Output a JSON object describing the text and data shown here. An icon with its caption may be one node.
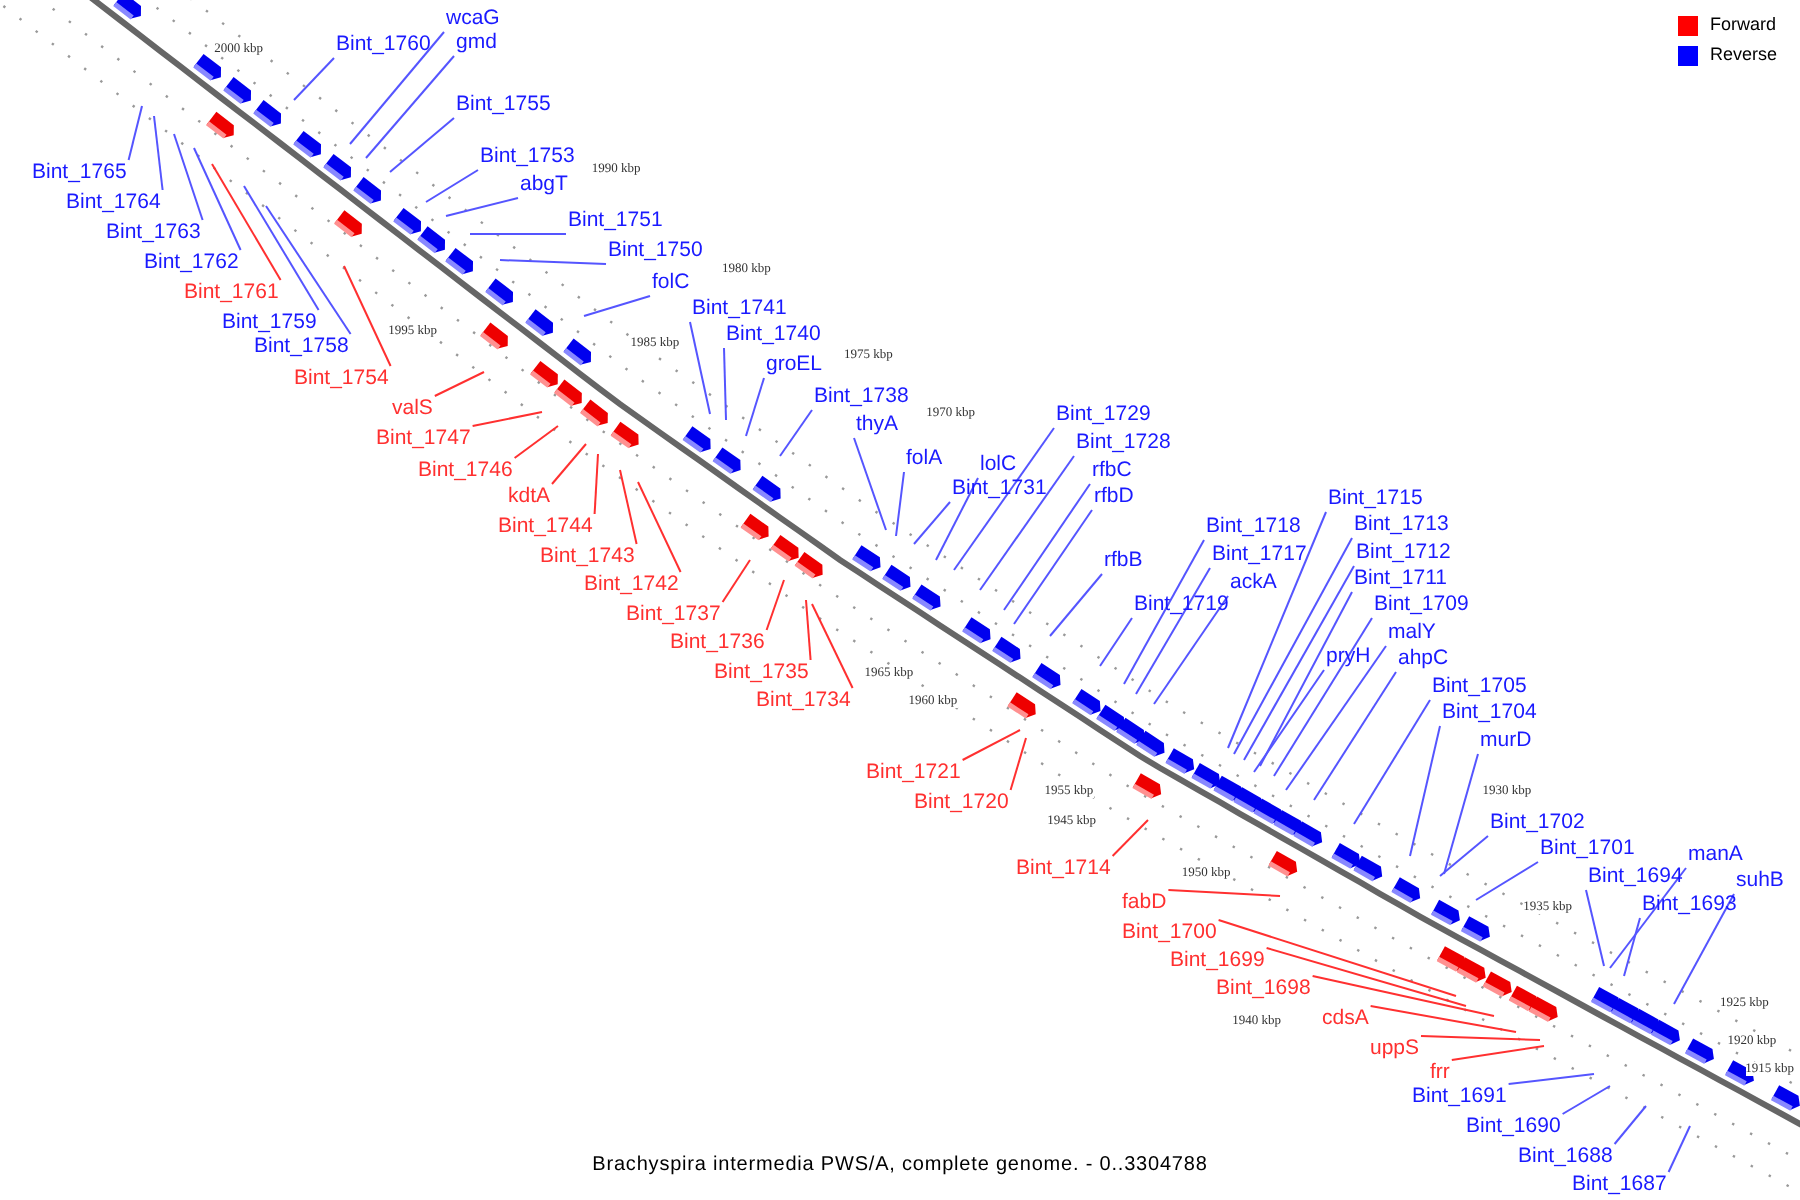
{
  "diagram": {
    "caption": "Brachyspira intermedia PWS/A, complete genome. - 0..3304788",
    "nodes": [
      {
        "text": [
          "Bint_1765"
        ]
      },
      {
        "text": [
          "Bint_1764"
        ]
      },
      {
        "text": [
          "Bint_1763"
        ]
      },
      {
        "text": [
          "Bint_1762"
        ]
      },
      {
        "text": [
          "Bint_1761"
        ]
      },
      {
        "text": [
          "Bint_1759"
        ]
      },
      {
        "text": [
          "Bint_1758"
        ]
      },
      {
        "text": [
          "Bint_1754"
        ]
      },
      {
        "text": [
          "wcaG"
        ]
      },
      {
        "text": [
          "gmd"
        ]
      },
      {
        "text": [
          "Bint_1760"
        ]
      },
      {
        "text": [
          "Bint_1755"
        ]
      },
      {
        "text": [
          "Bint_1753"
        ]
      },
      {
        "text": [
          "abgT"
        ]
      },
      {
        "text": [
          "Bint_1751"
        ]
      },
      {
        "text": [
          "Bint_1750"
        ]
      },
      {
        "text": [
          "folC"
        ]
      },
      {
        "text": [
          "Bint_1741"
        ]
      },
      {
        "text": [
          "Bint_1740"
        ]
      },
      {
        "text": [
          "groEL"
        ]
      },
      {
        "text": [
          "Bint_1738"
        ]
      },
      {
        "text": [
          "valS"
        ]
      },
      {
        "text": [
          "Bint_1747"
        ]
      },
      {
        "text": [
          "Bint_1746"
        ]
      },
      {
        "text": [
          "kdtA"
        ]
      },
      {
        "text": [
          "Bint_1744"
        ]
      },
      {
        "text": [
          "Bint_1743"
        ]
      },
      {
        "text": [
          "Bint_1742"
        ]
      },
      {
        "text": [
          "Bint_1737"
        ]
      },
      {
        "text": [
          "Bint_1736"
        ]
      },
      {
        "text": [
          "Bint_1735"
        ]
      },
      {
        "text": [
          "Bint_1734"
        ]
      },
      {
        "text": [
          "thyA"
        ]
      },
      {
        "text": [
          "folA"
        ]
      },
      {
        "text": [
          "Bint_1729"
        ]
      },
      {
        "text": [
          "lolC"
        ]
      },
      {
        "text": [
          "Bint_1728"
        ]
      },
      {
        "text": [
          "Bint_1731"
        ]
      },
      {
        "text": [
          "rfbC"
        ]
      },
      {
        "text": [
          "rfbD"
        ]
      },
      {
        "text": [
          "rfbB"
        ]
      },
      {
        "text": [
          "Bint_1715"
        ]
      },
      {
        "text": [
          "Bint_1718"
        ]
      },
      {
        "text": [
          "Bint_1713"
        ]
      },
      {
        "text": [
          "Bint_1717"
        ]
      },
      {
        "text": [
          "Bint_1712"
        ]
      },
      {
        "text": [
          "ackA"
        ]
      },
      {
        "text": [
          "Bint_1711"
        ]
      },
      {
        "text": [
          "Bint_1719"
        ]
      },
      {
        "text": [
          "Bint_1709"
        ]
      },
      {
        "text": [
          "malY"
        ]
      },
      {
        "text": [
          "pryH"
        ]
      },
      {
        "text": [
          "ahpC"
        ]
      },
      {
        "text": [
          "Bint_1705"
        ]
      },
      {
        "text": [
          "Bint_1704"
        ]
      },
      {
        "text": [
          "murD"
        ]
      },
      {
        "text": [
          "Bint_1721"
        ]
      },
      {
        "text": [
          "Bint_1720"
        ]
      },
      {
        "text": [
          "Bint_1714"
        ]
      },
      {
        "text": [
          "Bint_1702"
        ]
      },
      {
        "text": [
          "Bint_1701"
        ]
      },
      {
        "text": [
          "manA"
        ]
      },
      {
        "text": [
          "Bint_1694"
        ]
      },
      {
        "text": [
          "suhB"
        ]
      },
      {
        "text": [
          "Bint_1693"
        ]
      },
      {
        "text": [
          "fabD"
        ]
      },
      {
        "text": [
          "Bint_1700"
        ]
      },
      {
        "text": [
          "Bint_1699"
        ]
      },
      {
        "text": [
          "Bint_1698"
        ]
      },
      {
        "text": [
          "cdsA"
        ]
      },
      {
        "text": [
          "uppS"
        ]
      },
      {
        "text": [
          "frr"
        ]
      },
      {
        "text": [
          "Bint_1691"
        ]
      },
      {
        "text": [
          "Bint_1690"
        ]
      },
      {
        "text": [
          "Bint_1688"
        ]
      },
      {
        "text": [
          "Bint_1687"
        ]
      }
    ],
    "edges": [
      {
        "from": 0,
        "to": null,
        "arrow": "none"
      },
      {
        "from": 1,
        "to": null,
        "arrow": "none"
      },
      {
        "from": 2,
        "to": null,
        "arrow": "none"
      },
      {
        "from": 3,
        "to": null,
        "arrow": "none"
      },
      {
        "from": 4,
        "to": null,
        "arrow": "none",
        "color": "#ff3030"
      },
      {
        "from": 5,
        "to": null,
        "arrow": "none"
      },
      {
        "from": 6,
        "to": null,
        "arrow": "none"
      },
      {
        "from": 7,
        "to": null,
        "arrow": "none",
        "color": "#ff3030"
      },
      {
        "from": 8,
        "to": null,
        "arrow": "none"
      },
      {
        "from": 9,
        "to": null,
        "arrow": "none"
      },
      {
        "from": 10,
        "to": null,
        "arrow": "none"
      },
      {
        "from": 11,
        "to": null,
        "arrow": "none"
      },
      {
        "from": 12,
        "to": null,
        "arrow": "none"
      },
      {
        "from": 13,
        "to": null,
        "arrow": "none"
      },
      {
        "from": 14,
        "to": null,
        "arrow": "none"
      },
      {
        "from": 15,
        "to": null,
        "arrow": "none"
      },
      {
        "from": 16,
        "to": null,
        "arrow": "none"
      },
      {
        "from": 17,
        "to": null,
        "arrow": "none"
      },
      {
        "from": 18,
        "to": null,
        "arrow": "none"
      },
      {
        "from": 19,
        "to": null,
        "arrow": "none"
      },
      {
        "from": 20,
        "to": null,
        "arrow": "none"
      },
      {
        "from": 21,
        "to": null,
        "arrow": "none",
        "color": "#ff3030"
      },
      {
        "from": 22,
        "to": null,
        "arrow": "none",
        "color": "#ff3030"
      },
      {
        "from": 23,
        "to": null,
        "arrow": "none",
        "color": "#ff3030"
      },
      {
        "from": 24,
        "to": null,
        "arrow": "none",
        "color": "#ff3030"
      },
      {
        "from": 25,
        "to": null,
        "arrow": "none",
        "color": "#ff3030"
      },
      {
        "from": 26,
        "to": null,
        "arrow": "none",
        "color": "#ff3030"
      },
      {
        "from": 27,
        "to": null,
        "arrow": "none",
        "color": "#ff3030"
      },
      {
        "from": 28,
        "to": null,
        "arrow": "none",
        "color": "#ff3030"
      },
      {
        "from": 29,
        "to": null,
        "arrow": "none",
        "color": "#ff3030"
      },
      {
        "from": 30,
        "to": null,
        "arrow": "none",
        "color": "#ff3030"
      },
      {
        "from": 31,
        "to": null,
        "arrow": "none",
        "color": "#ff3030"
      },
      {
        "from": 32,
        "to": null,
        "arrow": "none"
      },
      {
        "from": 33,
        "to": null,
        "arrow": "none"
      },
      {
        "from": 34,
        "to": null,
        "arrow": "none"
      },
      {
        "from": 35,
        "to": null,
        "arrow": "none"
      },
      {
        "from": 36,
        "to": null,
        "arrow": "none"
      },
      {
        "from": 37,
        "to": null,
        "arrow": "none"
      },
      {
        "from": 38,
        "to": null,
        "arrow": "none"
      },
      {
        "from": 39,
        "to": null,
        "arrow": "none"
      },
      {
        "from": 40,
        "to": null,
        "arrow": "none"
      },
      {
        "from": 41,
        "to": null,
        "arrow": "none"
      },
      {
        "from": 42,
        "to": null,
        "arrow": "none"
      },
      {
        "from": 43,
        "to": null,
        "arrow": "none"
      },
      {
        "from": 44,
        "to": null,
        "arrow": "none"
      },
      {
        "from": 45,
        "to": null,
        "arrow": "none"
      },
      {
        "from": 46,
        "to": null,
        "arrow": "none"
      },
      {
        "from": 47,
        "to": null,
        "arrow": "none"
      },
      {
        "from": 48,
        "to": null,
        "arrow": "none"
      },
      {
        "from": 49,
        "to": null,
        "arrow": "none"
      },
      {
        "from": 50,
        "to": null,
        "arrow": "none"
      },
      {
        "from": 51,
        "to": null,
        "arrow": "none"
      },
      {
        "from": 52,
        "to": null,
        "arrow": "none"
      },
      {
        "from": 53,
        "to": null,
        "arrow": "none"
      },
      {
        "from": 54,
        "to": null,
        "arrow": "none"
      },
      {
        "from": 55,
        "to": null,
        "arrow": "none"
      },
      {
        "from": 56,
        "to": null,
        "arrow": "none",
        "color": "#ff3030"
      },
      {
        "from": 57,
        "to": null,
        "arrow": "none",
        "color": "#ff3030"
      },
      {
        "from": 58,
        "to": null,
        "arrow": "none",
        "color": "#ff3030"
      },
      {
        "from": 59,
        "to": null,
        "arrow": "none"
      },
      {
        "from": 60,
        "to": null,
        "arrow": "none"
      },
      {
        "from": 61,
        "to": null,
        "arrow": "none"
      },
      {
        "from": 62,
        "to": null,
        "arrow": "none"
      },
      {
        "from": 63,
        "to": null,
        "arrow": "none"
      },
      {
        "from": 64,
        "to": null,
        "arrow": "none"
      },
      {
        "from": 65,
        "to": null,
        "arrow": "none",
        "color": "#ff3030"
      },
      {
        "from": 66,
        "to": null,
        "arrow": "none",
        "color": "#ff3030"
      },
      {
        "from": 67,
        "to": null,
        "arrow": "none",
        "color": "#ff3030"
      },
      {
        "from": 68,
        "to": null,
        "arrow": "none",
        "color": "#ff3030"
      },
      {
        "from": 69,
        "to": null,
        "arrow": "none",
        "color": "#ff3030"
      },
      {
        "from": 70,
        "to": null,
        "arrow": "none",
        "color": "#ff3030"
      },
      {
        "from": 71,
        "to": null,
        "arrow": "none",
        "color": "#ff3030"
      },
      {
        "from": 72,
        "to": null,
        "arrow": "none"
      },
      {
        "from": 73,
        "to": null,
        "arrow": "none"
      },
      {
        "from": 74,
        "to": null,
        "arrow": "none"
      },
      {
        "from": 75,
        "to": null,
        "arrow": "none"
      }
    ],
    "labels": [
      "2000 kbp",
      "1995 kbp",
      "1990 kbp",
      "1985 kbp",
      "1980 kbp",
      "1975 kbp",
      "1970 kbp",
      "1965 kbp",
      "1960 kbp",
      "1955 kbp",
      "1950 kbp",
      "1945 kbp",
      "1940 kbp",
      "1935 kbp",
      "1930 kbp",
      "1925 kbp",
      "1920 kbp",
      "1915 kbp"
    ],
    "legend": [
      {
        "text": "Forward",
        "color": "#ff0000"
      },
      {
        "text": "Reverse",
        "color": "#0000ff"
      }
    ]
  }
}
